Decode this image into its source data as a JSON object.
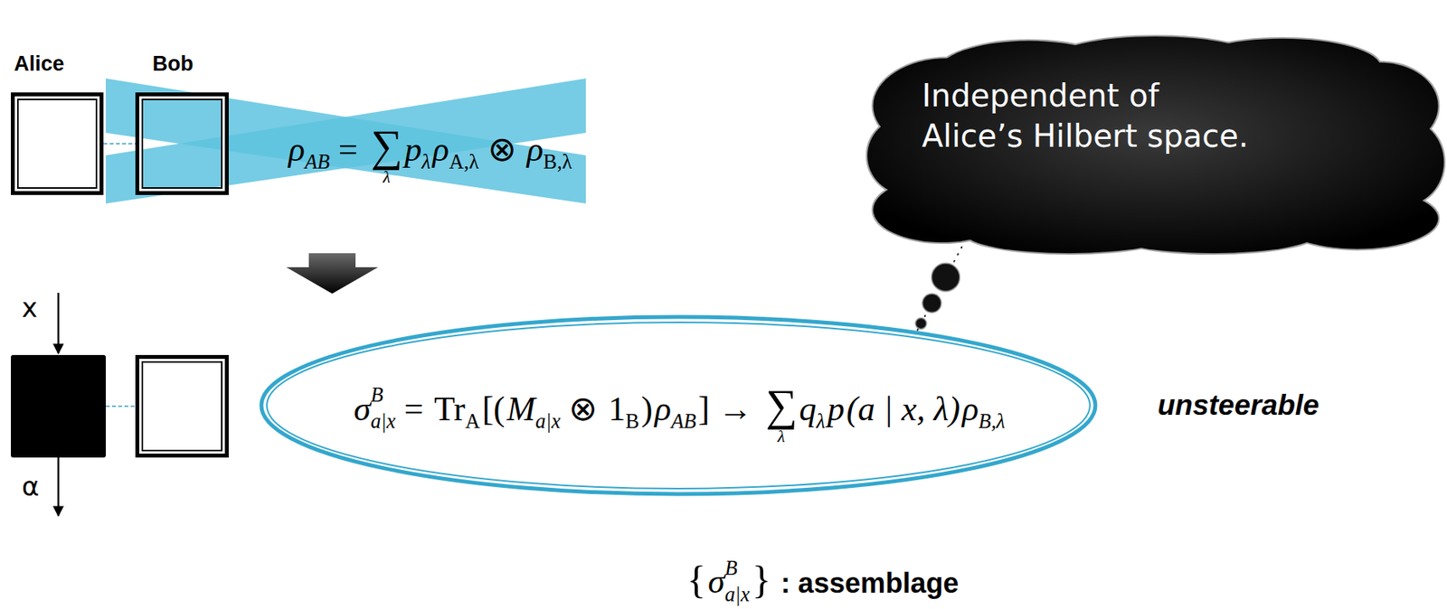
{
  "diagram": {
    "nodes": [
      {
        "text": [
          "Alice"
        ]
      },
      {
        "text": [
          "Bob"
        ]
      },
      {
        "text": [
          "Independent of Alice’s Hilbert space."
        ]
      },
      {
        "text": [
          "σ",
          "B",
          "a|x",
          "=",
          "Tr",
          "A",
          "[(",
          "M",
          "a|x",
          "⊗",
          "1",
          "B",
          ")",
          "ρ",
          "AB",
          "]",
          "→",
          "∑",
          "λ",
          "q",
          "λ",
          "p",
          "(a | x, λ)",
          "ρ",
          "B,λ"
        ]
      }
    ],
    "edges": [
      {
        "from": 0,
        "to": 1,
        "arrow": "none"
      },
      {
        "from": 2,
        "to": 3,
        "arrow": "none"
      }
    ],
    "labels": [
      "ρ",
      "AB",
      "=",
      "∑",
      "λ",
      "p",
      "λ",
      "ρ",
      "A,λ",
      "⊗",
      "ρ",
      "B,λ",
      "x",
      "α",
      "unsteerable",
      "{",
      "σ",
      "B",
      "a|x",
      "}",
      ": assemblage"
    ]
  }
}
